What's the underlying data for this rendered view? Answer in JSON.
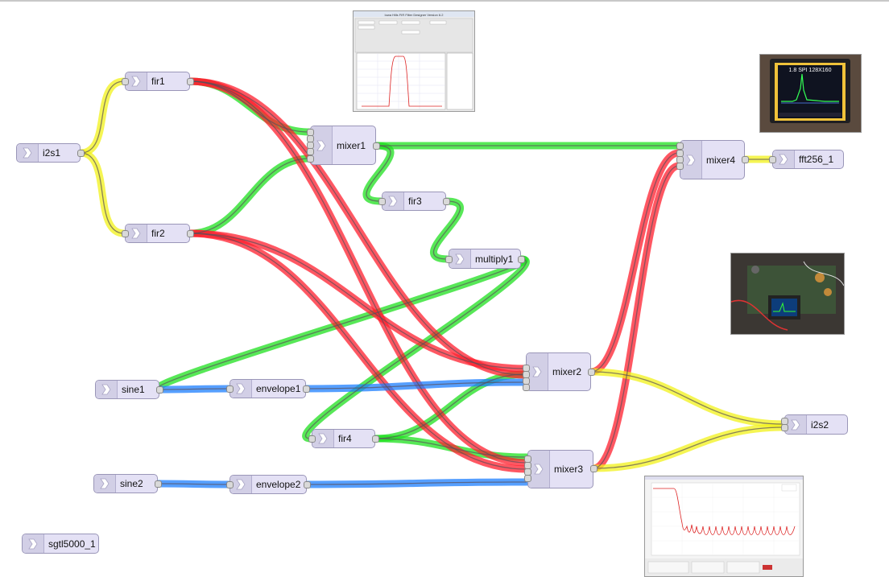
{
  "nodes": {
    "i2s1": {
      "label": "i2s1"
    },
    "fir1": {
      "label": "fir1"
    },
    "fir2": {
      "label": "fir2"
    },
    "mixer1": {
      "label": "mixer1"
    },
    "fir3": {
      "label": "fir3"
    },
    "multiply1": {
      "label": "multiply1"
    },
    "mixer4": {
      "label": "mixer4"
    },
    "fft256_1": {
      "label": "fft256_1"
    },
    "sine1": {
      "label": "sine1"
    },
    "envelope1": {
      "label": "envelope1"
    },
    "mixer2": {
      "label": "mixer2"
    },
    "fir4": {
      "label": "fir4"
    },
    "mixer3": {
      "label": "mixer3"
    },
    "i2s2": {
      "label": "i2s2"
    },
    "sine2": {
      "label": "sine2"
    },
    "envelope2": {
      "label": "envelope2"
    },
    "sgtl5000_1": {
      "label": "sgtl5000_1"
    }
  },
  "colors": {
    "wire_green": "#1fe01f",
    "wire_red": "#ff1f2e",
    "wire_yellow": "#f2f21a",
    "wire_blue": "#1e7fff",
    "node_fill": "#e4e1f5"
  },
  "images": {
    "fir_designer_screenshot": {
      "title": "Iowa Hills FIR Filter Designer  Version 6.2"
    },
    "lcd_photo": {
      "text": "1.8 SPI 128X160"
    },
    "board_photo": {},
    "filter_response_plot": {}
  }
}
